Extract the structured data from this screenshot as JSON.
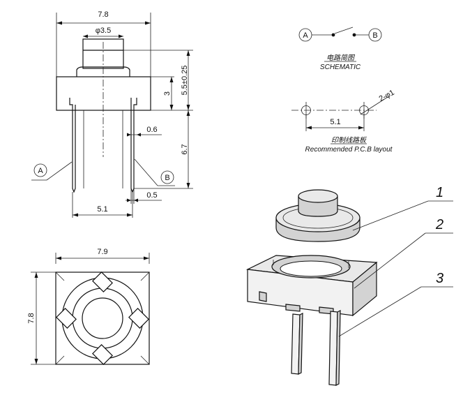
{
  "dimensions": {
    "body_width": "7.8",
    "plunger_dia": "φ3.5",
    "height_total": "5.5±0.25",
    "body_height": "3",
    "pin_width": "0.6",
    "lead_length": "6.7",
    "pin_thickness": "0.5",
    "pin_pitch": "5.1",
    "bottom_width": "7.9",
    "bottom_height": "7.8"
  },
  "schematic": {
    "terminal_a": "A",
    "terminal_b": "B",
    "title_cn": "电路简图",
    "title_en": "SCHEMATIC"
  },
  "pcb_layout": {
    "hole_spec": "2-φ1",
    "pitch": "5.1",
    "title_cn": "印制线路板",
    "title_en": "Recommended P.C.B layout"
  },
  "front_view": {
    "pin_a": "A",
    "pin_b": "B"
  },
  "parts": {
    "part_1": "1",
    "part_2": "2",
    "part_3": "3"
  }
}
